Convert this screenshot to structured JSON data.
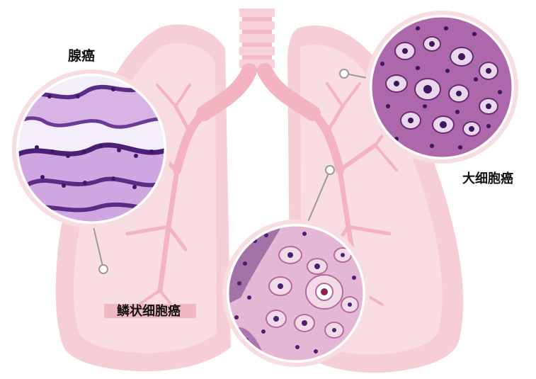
{
  "labels": {
    "adenocarcinoma": "腺癌",
    "large_cell": "大细胞癌",
    "squamous": "鳞状细胞癌"
  },
  "colors": {
    "lung_fill": "#f6cfd6",
    "lung_inner": "#f9dde2",
    "bronchus": "#f3b3c0",
    "trachea": "#f4bcc7",
    "trachea_ring": "#f7d0d8",
    "label_bar": "#f2b8c2",
    "callout_line": "#9a9a9a",
    "circle_border": "#f7dce2",
    "tissue_background": "#e3bfe4",
    "tissue_nuclei": "#4a1f74"
  },
  "icons": {
    "adenocarcinoma_slide": "histology-slide-icon",
    "large_cell_slide": "histology-slide-icon",
    "squamous_slide": "histology-slide-icon"
  }
}
